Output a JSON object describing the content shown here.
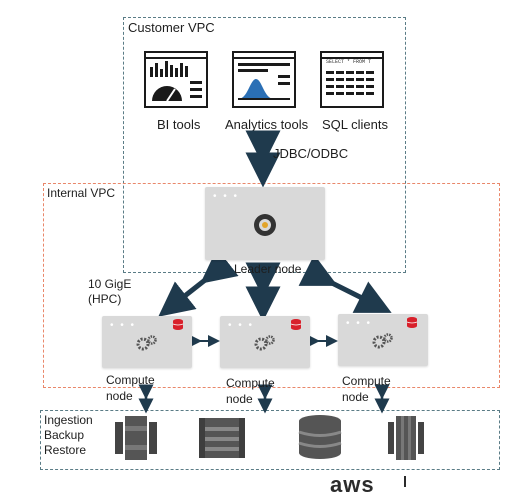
{
  "customer_vpc": {
    "title": "Customer VPC"
  },
  "clients": [
    {
      "label": "BI tools"
    },
    {
      "label": "Analytics tools"
    },
    {
      "label": "SQL clients"
    }
  ],
  "connection": {
    "label": "JDBC/ODBC"
  },
  "internal_vpc": {
    "title": "Internal VPC"
  },
  "leader": {
    "label": "Leader node"
  },
  "network": {
    "line1": "10 GigE",
    "line2": "(HPC)"
  },
  "compute_nodes": [
    {
      "line1": "Compute",
      "line2": "node"
    },
    {
      "line1": "Compute",
      "line2": "node"
    },
    {
      "line1": "Compute",
      "line2": "node"
    }
  ],
  "ingestion": {
    "line1": "Ingestion",
    "line2": "Backup",
    "line3": "Restore"
  },
  "sql_snippet": "SELECT * FROM T",
  "footer_logo": "aws",
  "colors": {
    "arrow": "#1f3a4d",
    "panel": "#d9d9d9",
    "db_red": "#d8202b",
    "blue_dash": "#5a7c86",
    "orange_dash": "#e9876a"
  }
}
